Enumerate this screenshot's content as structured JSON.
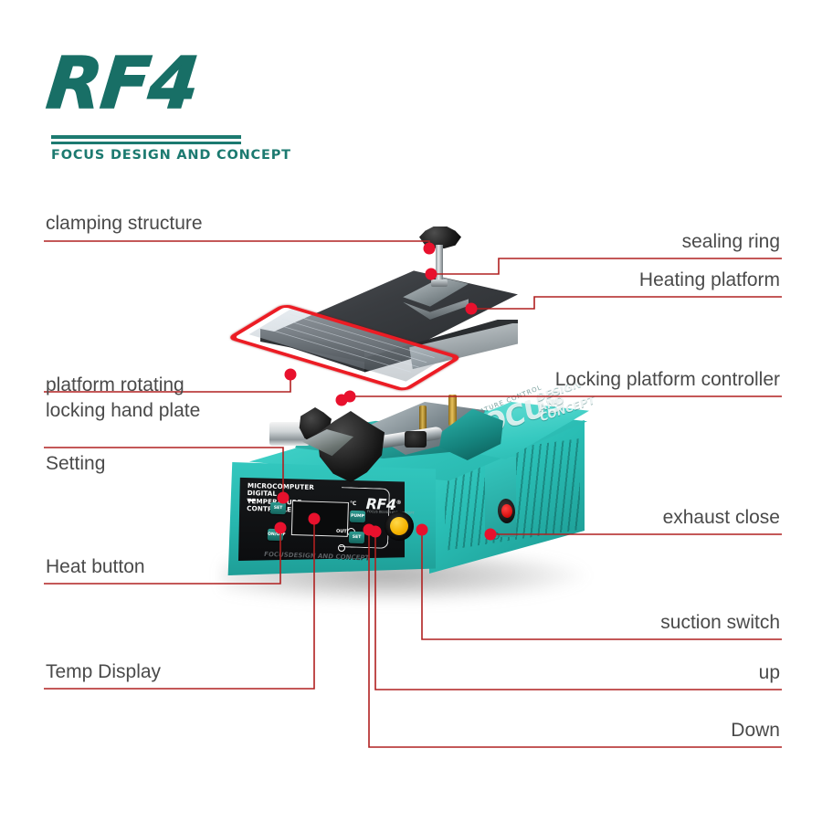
{
  "brand": {
    "logo_text": "RF4",
    "tagline": "FOCUS DESIGN AND CONCEPT",
    "teal": "#1C7A70"
  },
  "colors": {
    "leader_line": "#B02020",
    "label_text": "#4a4a4a",
    "body_teal": "#29BDB4",
    "seal_red": "#EC1C24",
    "suction_yellow": "#F5B300",
    "exhaust_red": "#D80F0F"
  },
  "callouts": {
    "left": [
      {
        "id": "clamping-structure",
        "label": "clamping structure"
      },
      {
        "id": "platform-rotating",
        "label": "platform rotating"
      },
      {
        "id": "locking-hand-plate",
        "label": "locking hand plate"
      },
      {
        "id": "setting",
        "label": "Setting"
      },
      {
        "id": "heat-button",
        "label": "Heat button"
      },
      {
        "id": "temp-display",
        "label": "Temp Display"
      }
    ],
    "right": [
      {
        "id": "sealing-ring",
        "label": "sealing ring"
      },
      {
        "id": "heating-platform",
        "label": "Heating platform"
      },
      {
        "id": "locking-platform-controller",
        "label": "Locking platform controller"
      },
      {
        "id": "exhaust-close",
        "label": "exhaust close"
      },
      {
        "id": "suction-switch",
        "label": "suction switch"
      },
      {
        "id": "up",
        "label": "up"
      },
      {
        "id": "down",
        "label": "Down"
      }
    ]
  },
  "machine": {
    "panel_title_line1": "MICROCOMPUTER DIGITAL",
    "panel_title_line2": "TEMPERATURE CONTROLLER",
    "unit_label": "℃",
    "out_label": "OUT",
    "front_logo": "RF4",
    "front_logo_sup": "®",
    "front_logo_sub": "FOCUS DESIGN AND CONCEPT",
    "emboss_logo": "FOCUS",
    "emboss_logo_sub": "DESIGN AND CONCEPT",
    "side_logo": "FOCUS",
    "side_logo_sub": "DESIGN AND CONCEPT",
    "top_engrave": "TEMPERATURE CONTROL",
    "buttons": [
      {
        "id": "set-button",
        "label": "SET"
      },
      {
        "id": "onoff-button",
        "label": "ON/OFF"
      },
      {
        "id": "up-button",
        "label": "PUMP"
      },
      {
        "id": "down-button",
        "label": "SET"
      }
    ]
  }
}
